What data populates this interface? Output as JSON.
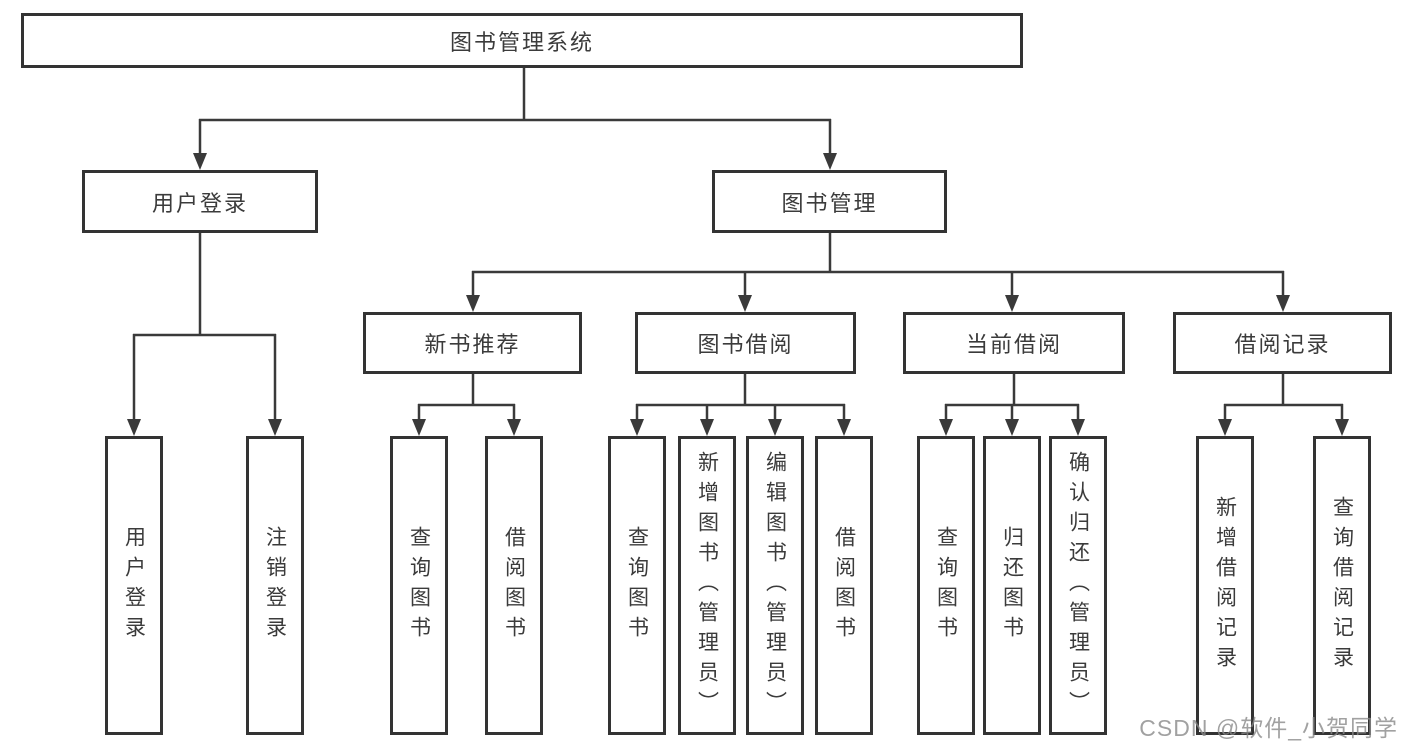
{
  "diagram": {
    "root": {
      "label": "图书管理系统"
    },
    "branches": [
      {
        "label": "用户登录",
        "children": [
          {
            "label": "用户登录"
          },
          {
            "label": "注销登录"
          }
        ]
      },
      {
        "label": "图书管理",
        "children": [
          {
            "label": "新书推荐",
            "children": [
              {
                "label": "查询图书"
              },
              {
                "label": "借阅图书"
              }
            ]
          },
          {
            "label": "图书借阅",
            "children": [
              {
                "label": "查询图书"
              },
              {
                "label": "新增图书（管理员）"
              },
              {
                "label": "编辑图书（管理员）"
              },
              {
                "label": "借阅图书"
              }
            ]
          },
          {
            "label": "当前借阅",
            "children": [
              {
                "label": "查询图书"
              },
              {
                "label": "归还图书"
              },
              {
                "label": "确认归还（管理员）"
              }
            ]
          },
          {
            "label": "借阅记录",
            "children": [
              {
                "label": "新增借阅记录"
              },
              {
                "label": "查询借阅记录"
              }
            ]
          }
        ]
      }
    ]
  },
  "watermark": {
    "text": "CSDN @软件_小贺同学"
  },
  "colors": {
    "line": "#3a3a3a",
    "box_border": "#333333",
    "text": "#3b3b3b",
    "watermark": "#8a8a8a",
    "bg": "#ffffff"
  }
}
